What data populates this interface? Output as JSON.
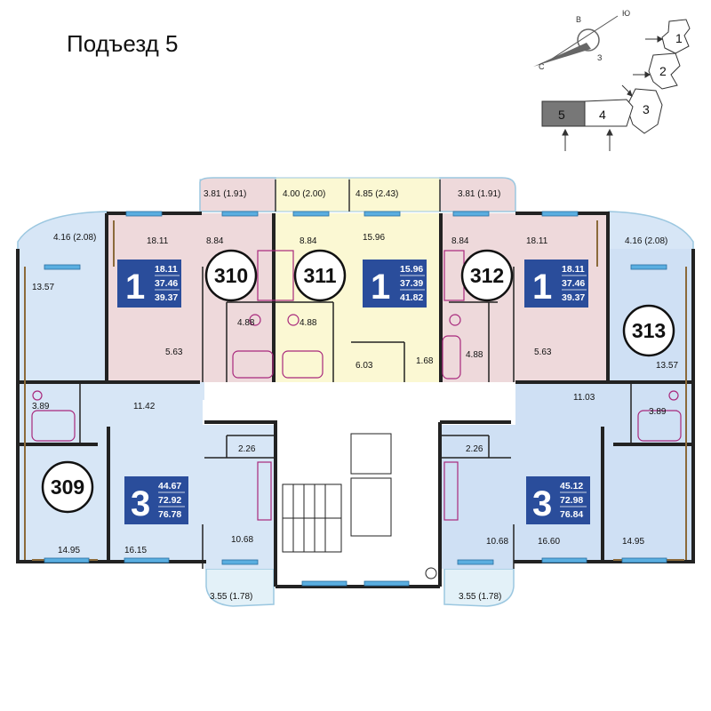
{
  "title": "Подъезд 5",
  "colors": {
    "one_room_pink": "#eed9db",
    "one_room_yellow": "#fbf8d3",
    "three_room_blue": "#d7e6f6",
    "balcony": "#e3f1f8",
    "badge": "#2a4d9b",
    "wall": "#222222",
    "window": "#5aaee0",
    "wall_accent": "#8b6a3a",
    "plumbing": "#a8287c"
  },
  "apartments": [
    {
      "id": "309",
      "number": "309",
      "rooms": "3",
      "living": "44.67",
      "total": "72.92",
      "total_with_balcony": "76.78"
    },
    {
      "id": "310",
      "number": "310",
      "rooms": "1",
      "living": "18.11",
      "total": "37.46",
      "total_with_balcony": "39.37"
    },
    {
      "id": "311",
      "number": "311",
      "rooms": "1",
      "living": "15.96",
      "total": "37.39",
      "total_with_balcony": "41.82"
    },
    {
      "id": "312",
      "number": "312",
      "rooms": "1",
      "living": "18.11",
      "total": "37.46",
      "total_with_balcony": "39.37"
    },
    {
      "id": "313",
      "number": "313",
      "rooms": "3",
      "living": "45.12",
      "total": "72.98",
      "total_with_balcony": "76.84"
    }
  ],
  "room_areas": {
    "balcony_310": "3.81 (1.91)",
    "balcony_311a": "4.00 (2.00)",
    "balcony_311b": "4.85 (2.43)",
    "balcony_312": "3.81 (1.91)",
    "balcony_309": "4.16 (2.08)",
    "balcony_313": "4.16 (2.08)",
    "balcony_309_bottom": "3.55 (1.78)",
    "balcony_313_bottom": "3.55 (1.78)",
    "r310_room": "18.11",
    "r310_kitchen": "8.84",
    "r310_bath": "4.88",
    "r310_hall": "5.63",
    "r311_kitchen": "8.84",
    "r311_room": "15.96",
    "r311_bath": "4.88",
    "r311_hall": "6.03",
    "r311_wc": "1.68",
    "r312_kitchen": "8.84",
    "r312_room": "18.11",
    "r312_bath": "4.88",
    "r312_hall": "5.63",
    "r309_room_a": "13.57",
    "r309_bath": "3.89",
    "r309_hall": "11.42",
    "r309_room_b": "14.95",
    "r309_room_c": "16.15",
    "r309_wc": "2.26",
    "r309_kitchen": "10.68",
    "r313_room_a": "13.57",
    "r313_bath": "3.89",
    "r313_hall": "11.03",
    "r313_room_b": "14.95",
    "r313_room_c": "16.60",
    "r313_wc": "2.26",
    "r313_kitchen": "10.68"
  },
  "key_plan": {
    "compass": {
      "n": "С",
      "s": "Ю",
      "e": "В",
      "w": "З"
    },
    "sections": [
      "1",
      "2",
      "3",
      "4",
      "5"
    ],
    "highlighted": "5"
  }
}
